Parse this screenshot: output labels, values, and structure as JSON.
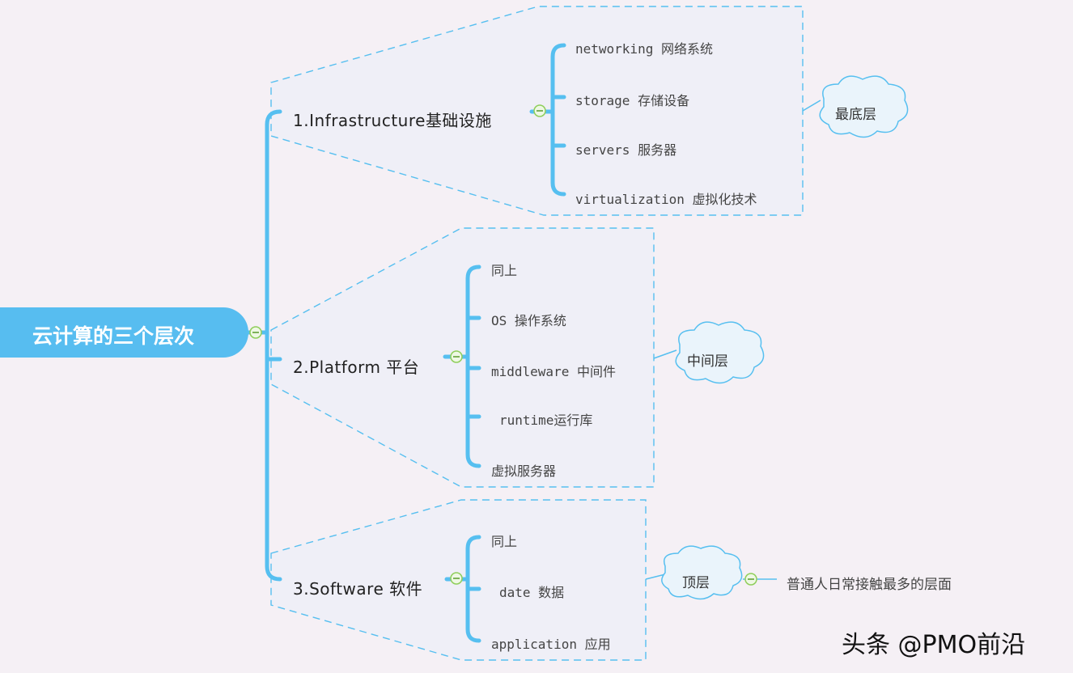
{
  "root": {
    "label": "云计算的三个层次"
  },
  "branches": [
    {
      "label": "1.Infrastructure基础设施",
      "items": [
        "networking 网络系统",
        "storage 存储设备",
        "servers 服务器",
        "virtualization 虚拟化技术"
      ],
      "tag": "最底层"
    },
    {
      "label": "2.Platform 平台",
      "items": [
        "同上",
        "OS 操作系统",
        "middleware 中间件",
        "runtime运行库",
        "虚拟服务器"
      ],
      "tag": "中间层"
    },
    {
      "label": "3.Software 软件",
      "items": [
        "同上",
        "date 数据",
        "application 应用"
      ],
      "tag": "顶层",
      "note": "普通人日常接触最多的层面"
    }
  ],
  "watermark": "头条 @PMO前沿",
  "colors": {
    "line": "#56bff0",
    "root_fill": "#57bdf0",
    "boundary_fill": "#efeff7",
    "cloud_fill": "#eaf4fb",
    "collapse": "#8fce5a"
  }
}
